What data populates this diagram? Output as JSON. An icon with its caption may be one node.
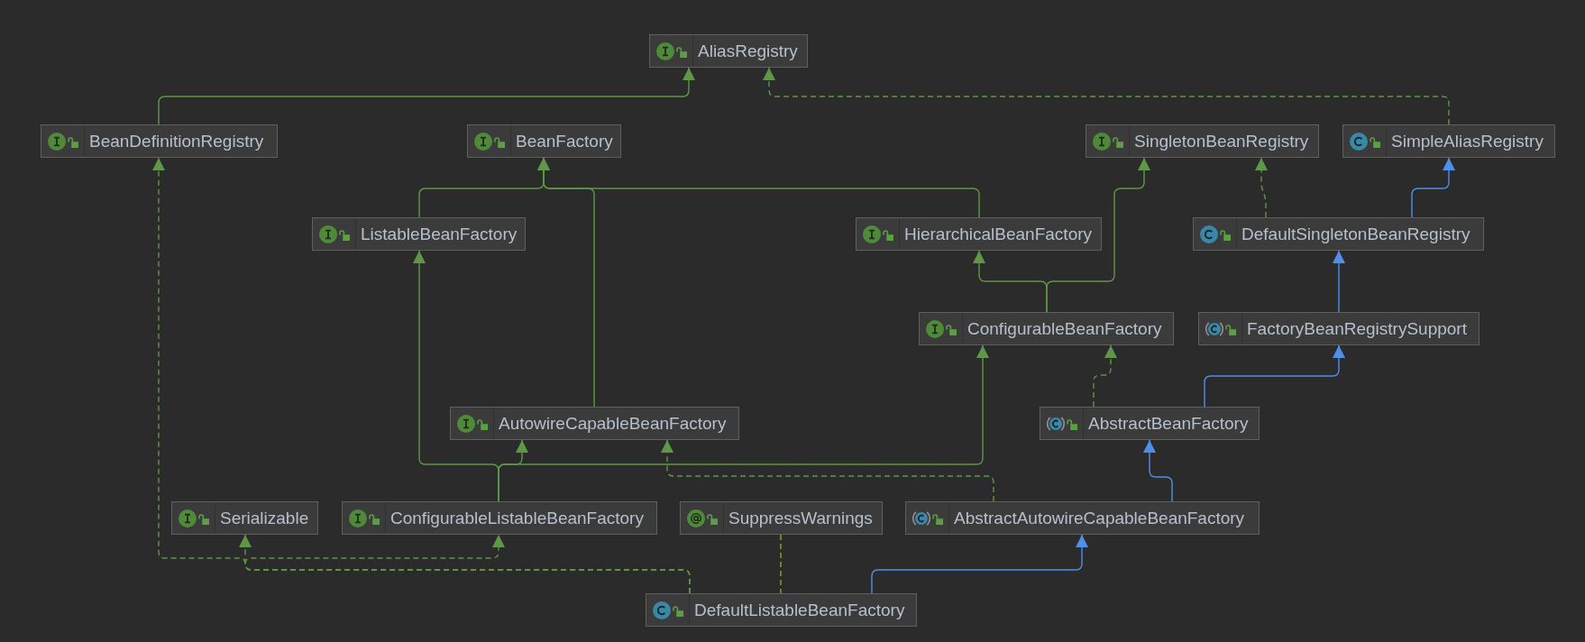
{
  "diagram": {
    "nodes": [
      {
        "text": [
          "AliasRegistry"
        ]
      },
      {
        "text": [
          "BeanDefinitionRegistry"
        ]
      },
      {
        "text": [
          "BeanFactory"
        ]
      },
      {
        "text": [
          "SingletonBeanRegistry"
        ]
      },
      {
        "text": [
          "SimpleAliasRegistry"
        ]
      },
      {
        "text": [
          "ListableBeanFactory"
        ]
      },
      {
        "text": [
          "HierarchicalBeanFactory"
        ]
      },
      {
        "text": [
          "DefaultSingletonBeanRegistry"
        ]
      },
      {
        "text": [
          "ConfigurableBeanFactory"
        ]
      },
      {
        "text": [
          "FactoryBeanRegistrySupport"
        ]
      },
      {
        "text": [
          "AutowireCapableBeanFactory"
        ]
      },
      {
        "text": [
          "AbstractBeanFactory"
        ]
      },
      {
        "text": [
          "Serializable"
        ]
      },
      {
        "text": [
          "ConfigurableListableBeanFactory"
        ]
      },
      {
        "text": [
          "SuppressWarnings"
        ]
      },
      {
        "text": [
          "AbstractAutowireCapableBeanFactory"
        ]
      },
      {
        "text": [
          "DefaultListableBeanFactory"
        ]
      }
    ],
    "edges": [
      {
        "from": 1,
        "to": 0,
        "arrow": "to"
      },
      {
        "from": 4,
        "to": 0,
        "arrow": "to",
        "style": "dashed"
      },
      {
        "from": 5,
        "to": 2,
        "arrow": "to"
      },
      {
        "from": 6,
        "to": 2,
        "arrow": "to"
      },
      {
        "from": 10,
        "to": 2,
        "arrow": "to"
      },
      {
        "from": 8,
        "to": 6,
        "arrow": "to"
      },
      {
        "from": 8,
        "to": 3,
        "arrow": "to"
      },
      {
        "from": 7,
        "to": 3,
        "arrow": "to",
        "style": "dashed"
      },
      {
        "from": 7,
        "to": 4,
        "arrow": "to",
        "color": "#4f8fea"
      },
      {
        "from": 9,
        "to": 7,
        "arrow": "to",
        "color": "#4f8fea"
      },
      {
        "from": 13,
        "to": 5,
        "arrow": "to"
      },
      {
        "from": 13,
        "to": 10,
        "arrow": "to"
      },
      {
        "from": 13,
        "to": 8,
        "arrow": "to"
      },
      {
        "from": 11,
        "to": 8,
        "arrow": "to",
        "style": "dashed"
      },
      {
        "from": 11,
        "to": 9,
        "arrow": "to",
        "color": "#4f8fea"
      },
      {
        "from": 15,
        "to": 10,
        "arrow": "to",
        "style": "dashed"
      },
      {
        "from": 15,
        "to": 11,
        "arrow": "to",
        "color": "#4f8fea"
      },
      {
        "from": 16,
        "to": 1,
        "arrow": "to",
        "style": "dashed"
      },
      {
        "from": 16,
        "to": 12,
        "arrow": "to",
        "style": "dashed"
      },
      {
        "from": 16,
        "to": 13,
        "arrow": "to",
        "style": "dashed"
      },
      {
        "from": 14,
        "to": 16,
        "arrow": "none",
        "style": "dashed",
        "color": "#a39f1c"
      },
      {
        "from": 16,
        "to": 15,
        "arrow": "to",
        "color": "#4f8fea"
      }
    ]
  }
}
